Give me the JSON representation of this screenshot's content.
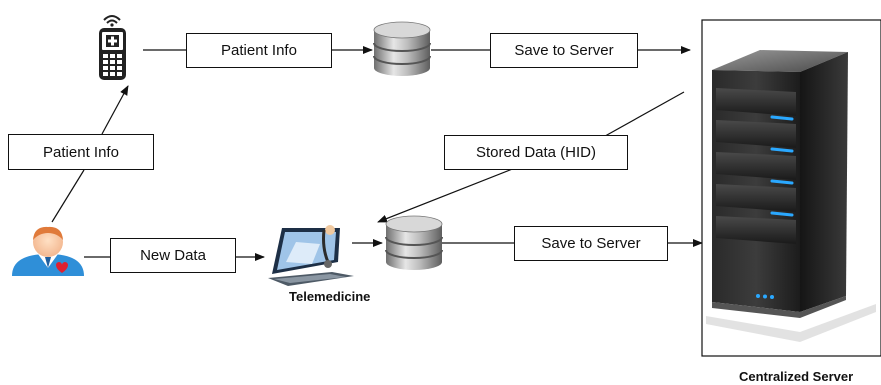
{
  "labels": {
    "patient_info_top": "Patient Info",
    "save_to_server_top": "Save to Server",
    "patient_info_left": "Patient Info",
    "stored_data": "Stored Data (HID)",
    "new_data": "New Data",
    "save_to_server_bottom": "Save to Server",
    "telemedicine": "Telemedicine",
    "centralized_server": "Centralized Server"
  },
  "icons": {
    "mobile": "mobile-phone-icon",
    "database_top": "database-icon",
    "database_bottom": "database-icon",
    "patient": "patient-avatar-icon",
    "telemedicine": "telemedicine-laptop-icon",
    "server": "server-tower-icon"
  },
  "colors": {
    "server_light": "#2aa8ff",
    "avatar_shirt": "#2f8fd8",
    "heart": "#e02030"
  }
}
